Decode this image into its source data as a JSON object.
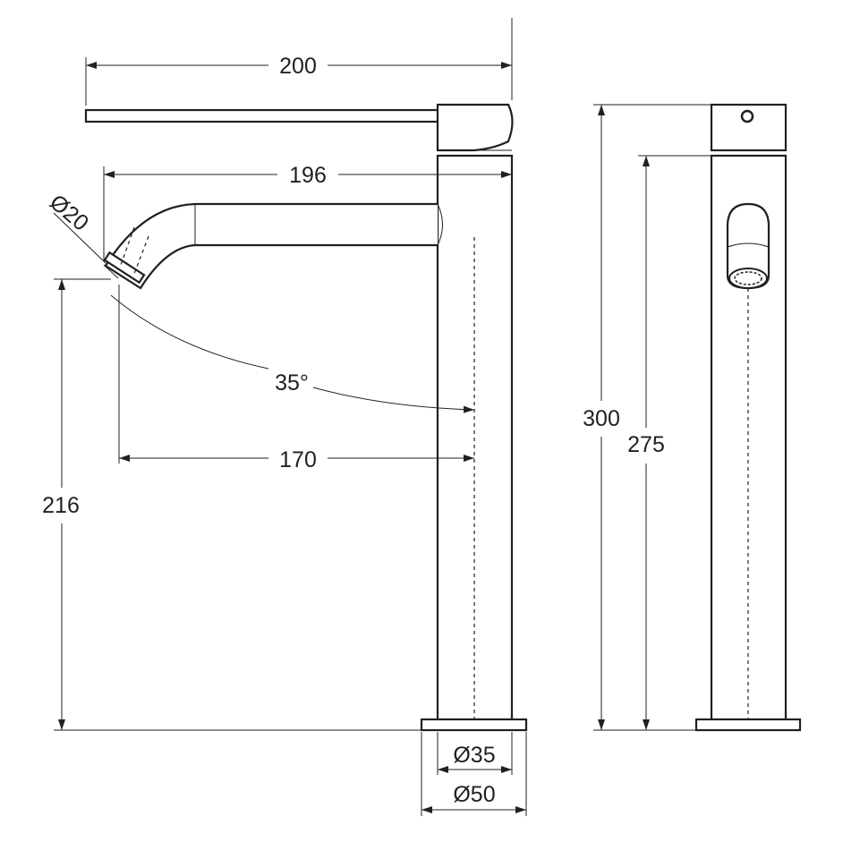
{
  "diagram": {
    "stroke_color": "#231f20",
    "background": "#ffffff",
    "front_view": {
      "dims": {
        "lever_width": "200",
        "spout_reach": "196",
        "outlet_diameter": "Ø20",
        "outlet_angle": "35°",
        "outlet_to_center": "170",
        "outlet_height": "216",
        "body_diameter": "Ø35",
        "base_diameter": "Ø50"
      }
    },
    "side_view": {
      "dims": {
        "total_height": "300",
        "body_height": "275"
      }
    }
  }
}
